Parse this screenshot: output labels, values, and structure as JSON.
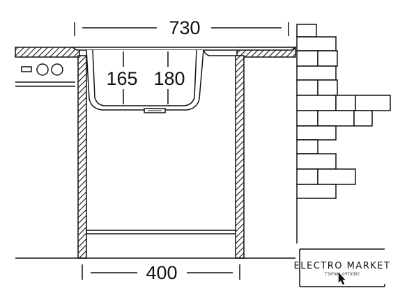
{
  "dimensions": {
    "total_width": "730",
    "bowl_depth_a": "165",
    "bowl_depth_b": "180",
    "cabinet_width": "400"
  },
  "logo": {
    "brand": "ELECTRO MARKET",
    "mirrored_text": "ЭЛЕКТРО МАРКЕТ"
  },
  "colors": {
    "line": "#111111",
    "background": "#ffffff"
  }
}
